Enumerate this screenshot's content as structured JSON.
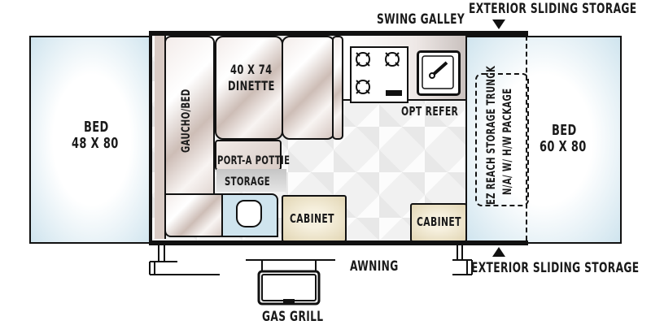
{
  "floorplan": {
    "top_labels": {
      "swing_galley": "SWING GALLEY",
      "exterior_sliding_storage_top": "EXTERIOR SLIDING STORAGE"
    },
    "bottom_labels": {
      "awning": "AWNING",
      "exterior_sliding_storage_bottom": "EXTERIOR SLIDING STORAGE",
      "gas_grill": "GAS GRILL"
    },
    "left_bed": {
      "title": "BED",
      "size": "48 X 80"
    },
    "right_bed": {
      "title": "BED",
      "size": "60 X 80"
    },
    "gaucho": "GAUCHO/BED",
    "dinette": {
      "size": "40 X 74",
      "title": "DINETTE"
    },
    "porta_pottie": "PORT-A POTTIE",
    "storage": "STORAGE",
    "cabinet_left": "CABINET",
    "cabinet_right": "CABINET",
    "opt_refer": "OPT REFER",
    "trunk": {
      "line1": "EZ REACH STORAGE TRUNCK",
      "line2": "N/A/ W/ H/W PACKAGE"
    },
    "colors": {
      "bed_blue": "#cfe4ee",
      "cabinet_tan": "#e2d6b4",
      "cushion_taupe": "#cdbdb6",
      "wall": "#111111"
    }
  }
}
